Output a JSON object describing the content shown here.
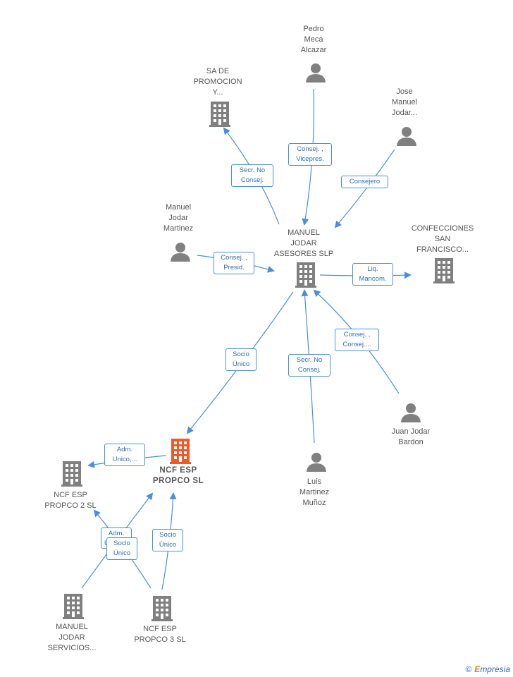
{
  "colors": {
    "edge": "#4a90d9",
    "node": "#808080",
    "highlight": "#f05a28"
  },
  "nodes": {
    "pedro": {
      "label": "Pedro\nMeca\nAlcazar",
      "icon": "person-icon"
    },
    "sa_promocion": {
      "label": "SA DE\nPROMOCION\nY...",
      "icon": "building-icon"
    },
    "jose_manuel": {
      "label": "Jose\nManuel\nJodar...",
      "icon": "person-icon"
    },
    "manuel_jodar_martinez": {
      "label": "Manuel\nJodar\nMartinez",
      "icon": "person-icon"
    },
    "manuel_jodar_asesores": {
      "label": "MANUEL\nJODAR\nASESORES SLP",
      "icon": "building-icon"
    },
    "confecciones": {
      "label": "CONFECCIONES\nSAN\nFRANCISCO...",
      "icon": "building-icon"
    },
    "juan_jodar": {
      "label": "Juan Jodar\nBardon",
      "icon": "person-icon"
    },
    "luis_martinez": {
      "label": "Luis\nMartinez\nMuñoz",
      "icon": "person-icon"
    },
    "ncf_propco": {
      "label": "NCF ESP\nPROPCO  SL",
      "icon": "building-icon"
    },
    "ncf_propco2": {
      "label": "NCF ESP\nPROPCO 2  SL",
      "icon": "building-icon"
    },
    "manuel_jodar_servicios": {
      "label": "MANUEL\nJODAR\nSERVICIOS...",
      "icon": "building-icon"
    },
    "ncf_propco3": {
      "label": "NCF ESP\nPROPCO 3  SL",
      "icon": "building-icon"
    }
  },
  "edges": {
    "secr_no_consej_sa": "Secr.  No\nConsej.",
    "consej_vicepres": "Consej. ,\nVicepres.",
    "consejero": "Consejero",
    "consej_presid": "Consej. ,\nPresid.",
    "liq_mancom": "Liq.\nMancom.",
    "consej_consej": "Consej. ,\nConsej....",
    "secr_no_consej_luis": "Secr.  No\nConsej.",
    "socio_unico_main": "Socio\nÚnico",
    "adm_unico": "Adm.\nUnico,...",
    "adm_overlap": "Adm.\nUnico,...",
    "socio_unico_serv": "Socio\nÚnico",
    "socio_unico_p3": "Socio\nÚnico"
  },
  "brand": {
    "copyright": "©",
    "name_first": "E",
    "name_rest": "mpresia"
  }
}
